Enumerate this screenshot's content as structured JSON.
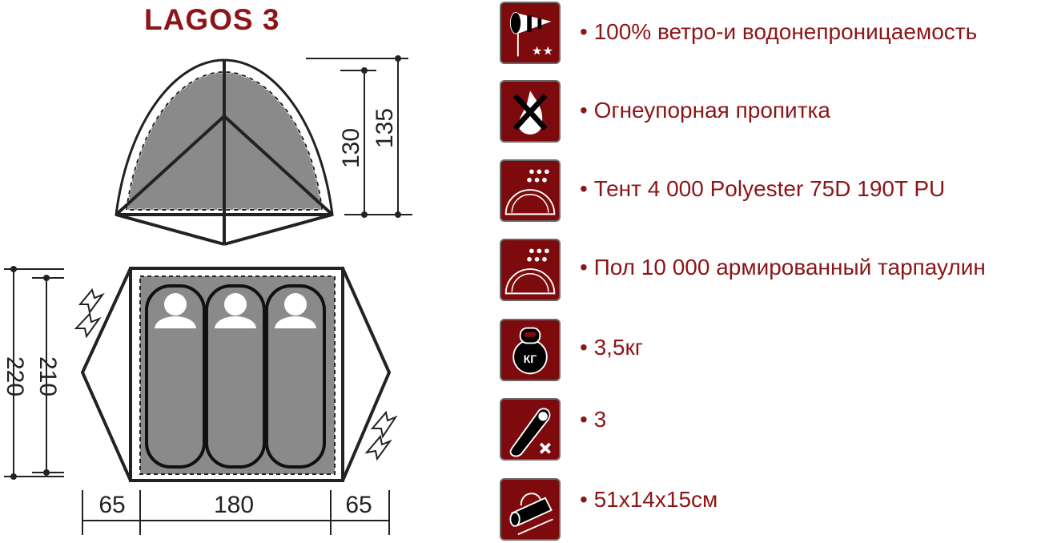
{
  "title": "LAGOS 3",
  "dimensions": {
    "height_inner": "130",
    "height_outer": "135",
    "length_inner": "210",
    "length_outer": "220",
    "vestibule_left": "65",
    "width": "180",
    "vestibule_right": "65"
  },
  "features": [
    {
      "icon": "windsock-icon",
      "text": "• 100% ветро-и водонепроницаемость"
    },
    {
      "icon": "fireproof-icon",
      "text": "• Огнеупорная пропитка"
    },
    {
      "icon": "rain-tent-icon",
      "text": "• Тент 4 000 Polyester 75D 190T PU"
    },
    {
      "icon": "rain-floor-icon",
      "text": "• Пол 10 000 армированный тарпаулин"
    },
    {
      "icon": "kettlebell-icon",
      "text": "• 3,5кг"
    },
    {
      "icon": "sleeping-bag-icon",
      "text": "• 3"
    },
    {
      "icon": "bag-size-icon",
      "text": "• 51х14х15см"
    }
  ],
  "kettlebell_label": "КГ",
  "colors": {
    "accent": "#8c1518",
    "icon_bg": "#7d0a0d",
    "tent_fill": "#8a8a8a"
  }
}
